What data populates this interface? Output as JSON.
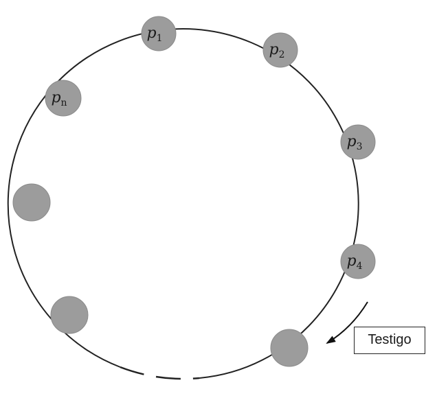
{
  "colors": {
    "ring": "#222222",
    "node_fill": "#9c9c9c",
    "node_stroke": "#8a8a8a",
    "arrow": "#111111"
  },
  "nodes": [
    {
      "id": "p1",
      "base": "p",
      "sub": "1"
    },
    {
      "id": "p2",
      "base": "p",
      "sub": "2"
    },
    {
      "id": "p3",
      "base": "p",
      "sub": "3"
    },
    {
      "id": "p4",
      "base": "p",
      "sub": "4"
    },
    {
      "id": "unlabeled-bottom-right",
      "base": "",
      "sub": ""
    },
    {
      "id": "unlabeled-bottom-left",
      "base": "",
      "sub": ""
    },
    {
      "id": "unlabeled-left",
      "base": "",
      "sub": ""
    },
    {
      "id": "pn",
      "base": "p",
      "sub": "n"
    }
  ],
  "token": {
    "label": "Testigo",
    "icon": "curved-arrow-icon"
  }
}
